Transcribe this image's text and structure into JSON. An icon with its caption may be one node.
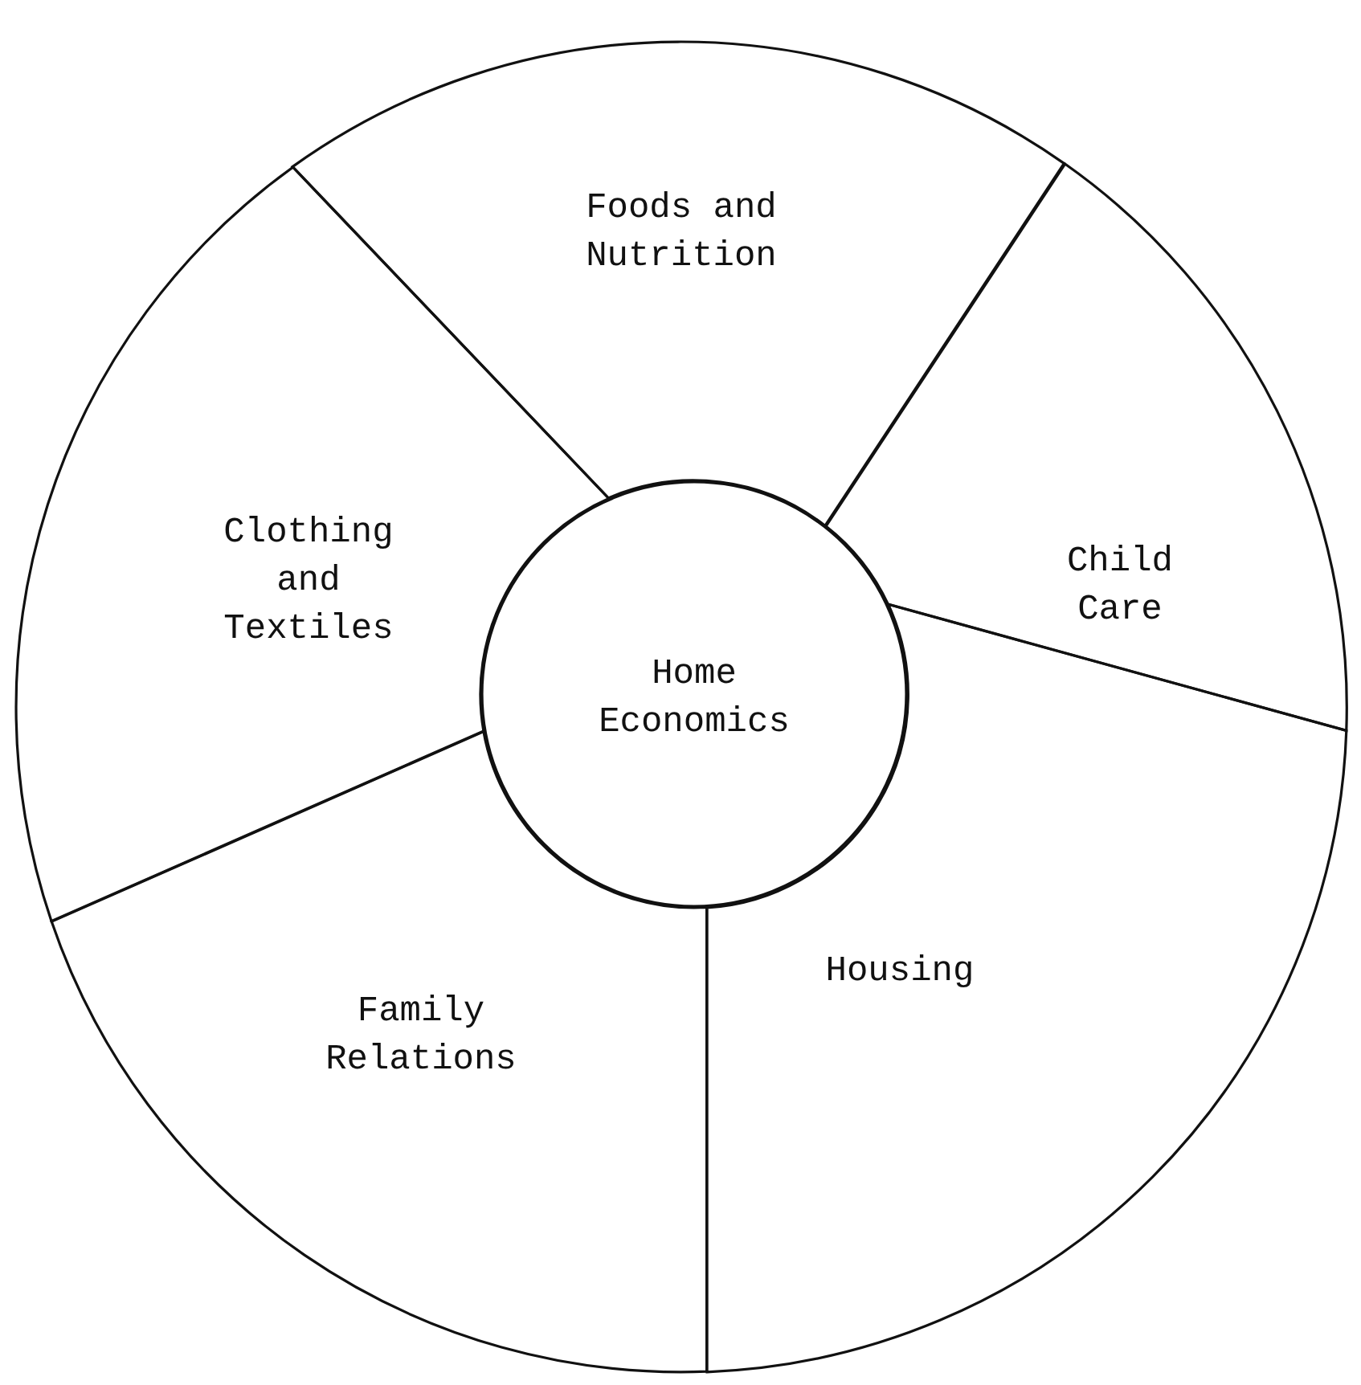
{
  "diagram": {
    "nodes": [
      {
        "text": [
          "Foods and Nutrition"
        ]
      },
      {
        "text": [
          "Clothing and Textiles"
        ]
      },
      {
        "text": [
          "Child Care"
        ]
      },
      {
        "text": [
          "Home Economics"
        ]
      },
      {
        "text": [
          "Family Relations"
        ]
      },
      {
        "text": [
          "Housing"
        ]
      }
    ],
    "edges": []
  }
}
